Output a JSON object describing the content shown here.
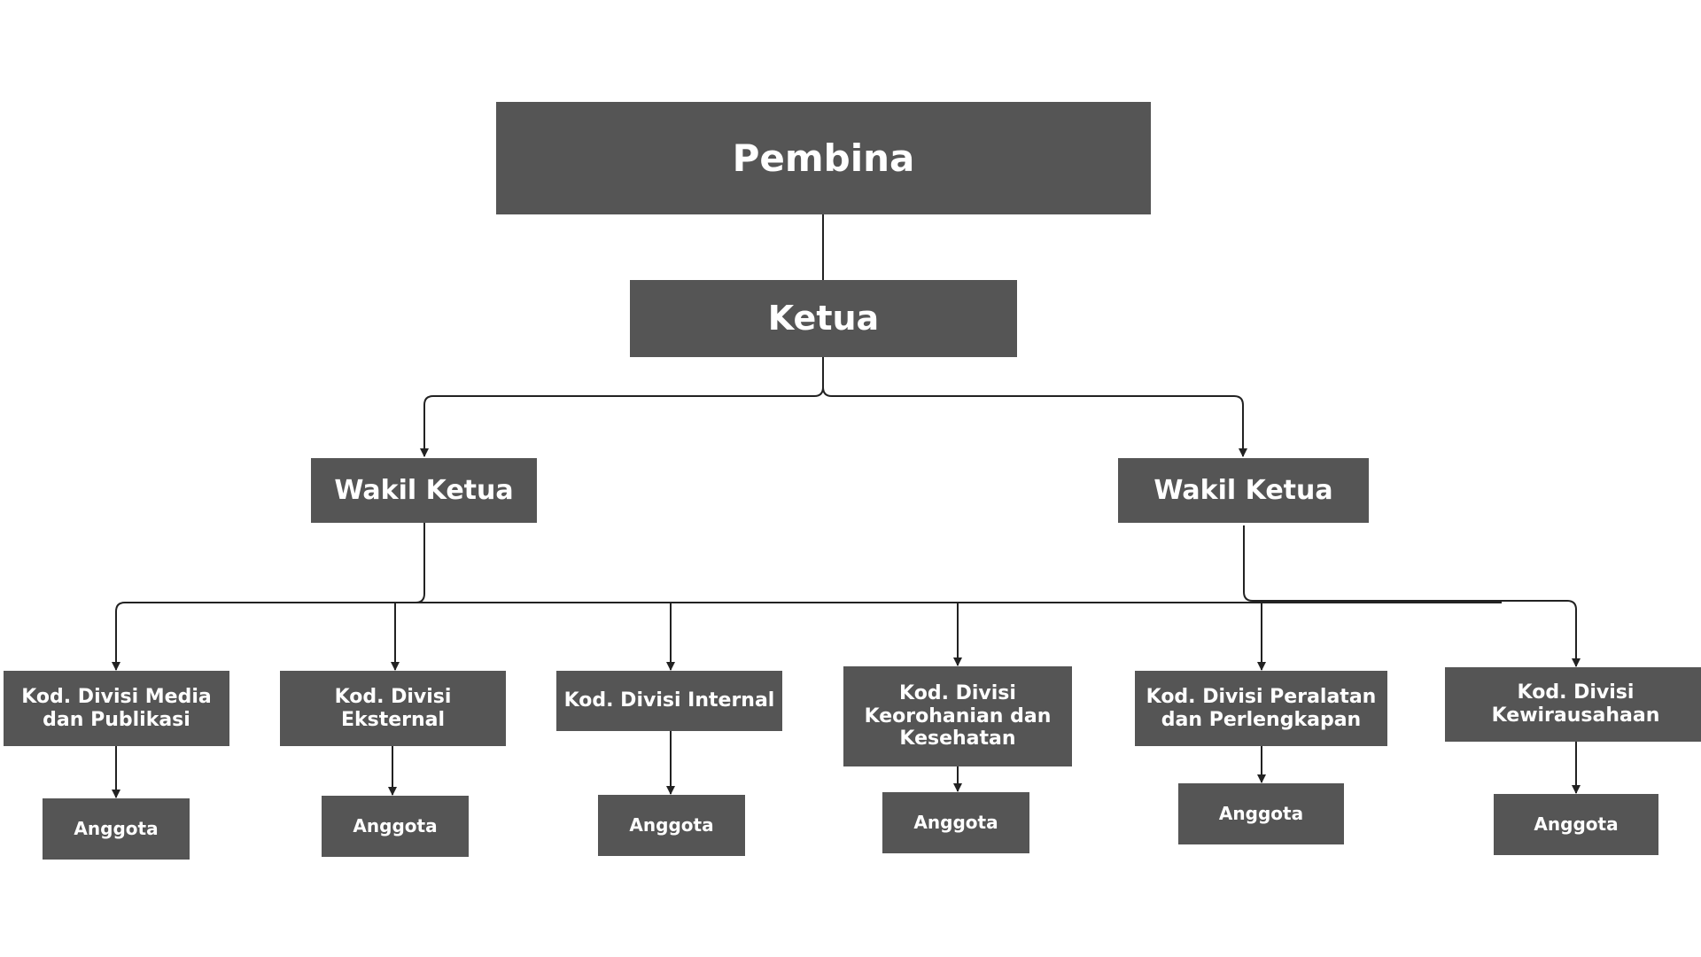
{
  "org_chart": {
    "pembina": "Pembina",
    "ketua": "Ketua",
    "wakil_ketua_left": "Wakil Ketua",
    "wakil_ketua_right": "Wakil Ketua",
    "divisions": [
      {
        "title": "Kod. Divisi Media\ndan Publikasi",
        "member": "Anggota"
      },
      {
        "title": "Kod. Divisi\nEksternal",
        "member": "Anggota"
      },
      {
        "title": "Kod. Divisi Internal",
        "member": "Anggota"
      },
      {
        "title": "Kod. Divisi\nKeorohanian dan\nKesehatan",
        "member": "Anggota"
      },
      {
        "title": "Kod. Divisi Peralatan\ndan Perlengkapan",
        "member": "Anggota"
      },
      {
        "title": "Kod. Divisi\nKewirausahaan",
        "member": "Anggota"
      }
    ]
  },
  "colors": {
    "box_fill": "#555555",
    "box_text": "#ffffff",
    "connector": "#222222",
    "background": "#ffffff"
  }
}
